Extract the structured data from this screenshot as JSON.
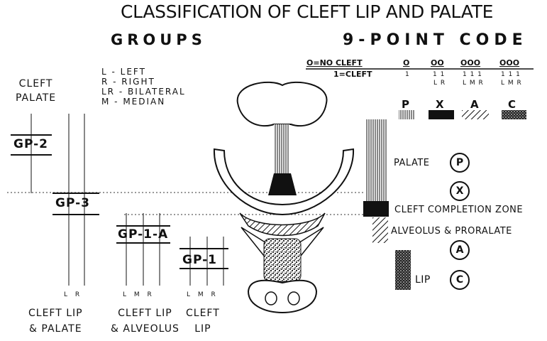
{
  "title": "CLASSIFICATION OF CLEFT LIP AND PALATE",
  "groups_heading": "GROUPS",
  "code_heading": "9-POINT CODE",
  "abbreviations": [
    "L - LEFT",
    "R - RIGHT",
    "LR - BILATERAL",
    "M - MEDIAN"
  ],
  "code_key": {
    "no_cleft": "O=NO CLEFT",
    "cleft": "1=CLEFT",
    "zero_cols": [
      "O",
      "OO",
      "OOO",
      "OOO"
    ],
    "one_cols": [
      "1",
      "1 1",
      "1 1 1",
      "1 1 1"
    ],
    "side_cols": [
      "",
      "L R",
      "L M R",
      "L M R"
    ],
    "zone_letters": [
      "P",
      "X",
      "A",
      "C"
    ]
  },
  "group_codes": [
    "GP-2",
    "GP-3",
    "GP-1-A",
    "GP-1"
  ],
  "left_label": [
    "CLEFT",
    "PALATE"
  ],
  "bottom_labels": [
    {
      "line1": "CLEFT LIP",
      "line2": "& PALATE"
    },
    {
      "line1": "CLEFT LIP",
      "line2": "& ALVEOLUS"
    },
    {
      "line1": "CLEFT",
      "line2": "LIP"
    }
  ],
  "column_markers": {
    "gp3": "L  R",
    "gp1a": "L M R",
    "gp1": "L M R"
  },
  "zones": [
    {
      "name": "PALATE",
      "letter": "P"
    },
    {
      "name": "",
      "letter": "X"
    },
    {
      "name": "CLEFT COMPLETION ZONE",
      "letter": ""
    },
    {
      "name": "ALVEOLUS & PRORALATE",
      "letter": "A"
    },
    {
      "name": "LIP",
      "letter": "C"
    }
  ]
}
